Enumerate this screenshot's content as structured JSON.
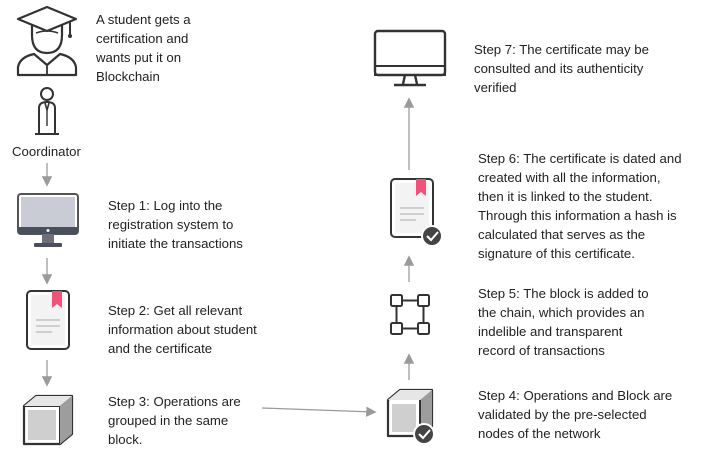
{
  "intro": "A student gets a\ncertification and\nwants put it on\nBlockchain",
  "coordinator_label": "Coordinator",
  "steps": [
    {
      "text": "Step 1: Log into the\nregistration system to\ninitiate the transactions"
    },
    {
      "text": "Step 2: Get all relevant\ninformation about student\nand the certificate"
    },
    {
      "text": "Step 3: Operations are\ngrouped in the same\nblock."
    },
    {
      "text": "Step 4: Operations and Block are\nvalidated by the pre-selected\nnodes of the network"
    },
    {
      "text": "Step 5: The block is added to\nthe chain, which provides an\nindelible and transparent\nrecord of transactions"
    },
    {
      "text": "Step 6: The certificate is dated and\ncreated with all the information,\nthen it is linked to the student.\nThrough this information a hash is\ncalculated that serves as the\nsignature of this certificate."
    },
    {
      "text": "Step 7: The certificate may be\nconsulted and its authenticity\nverified"
    }
  ],
  "colors": {
    "arrow": "#9a9a9a",
    "bookmark": "#f0527a",
    "screen": "#4a4f5c",
    "badge": "#444444"
  }
}
